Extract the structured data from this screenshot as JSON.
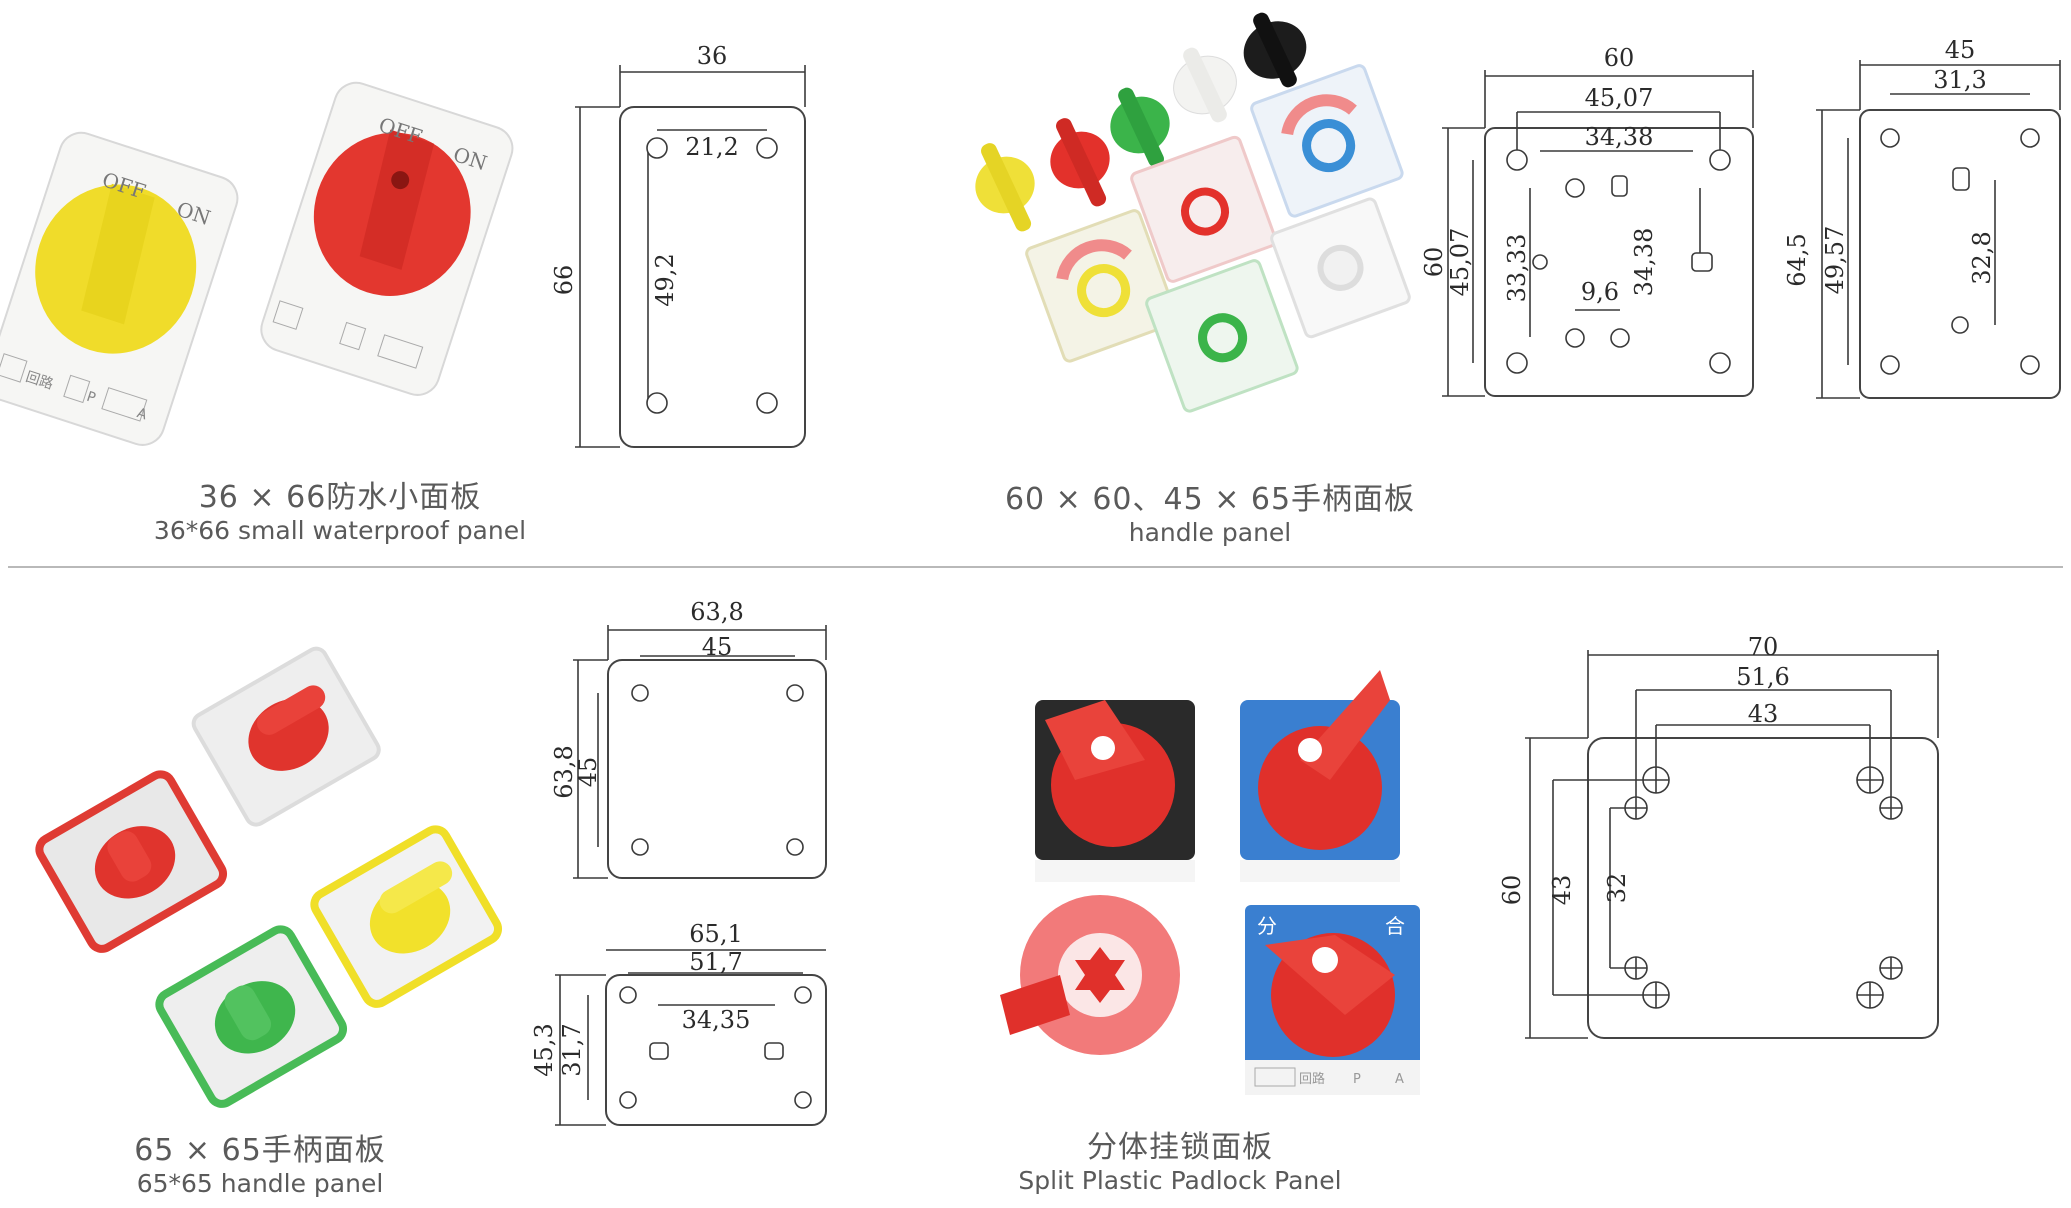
{
  "sections": {
    "s1": {
      "title_zh": "36 × 66防水小面板",
      "title_en": "36*66 small waterproof panel"
    },
    "s2": {
      "title_zh": "60 × 60、45 × 65手柄面板",
      "title_en": "handle panel"
    },
    "s3": {
      "title_zh": "65 × 65手柄面板",
      "title_en": "65*65 handle panel"
    },
    "s4": {
      "title_zh": "分体挂锁面板",
      "title_en": "Split Plastic Padlock Panel"
    }
  },
  "photos": {
    "p1": {
      "off": "OFF",
      "on": "ON",
      "circuit": "回路",
      "p": "P",
      "a": "A"
    },
    "p4": {
      "fen": "分",
      "he": "合",
      "circuit": "回路",
      "p": "P",
      "a": "A"
    }
  },
  "drawings": {
    "d1": {
      "w": "36",
      "h": "66",
      "hole_w": "21,2",
      "hole_h": "49,2"
    },
    "d2": {
      "w": "60",
      "w2": "45,07",
      "w3": "34,38",
      "h": "60",
      "h2": "45,07",
      "h3": "33,33",
      "h4": "34,38",
      "gap": "9,6"
    },
    "d3": {
      "w": "45",
      "w2": "31,3",
      "h": "64,5",
      "h2": "49,57",
      "h3": "32,8"
    },
    "d4": {
      "w": "63,8",
      "w2": "45",
      "h": "63,8",
      "h2": "45"
    },
    "d5": {
      "w": "65,1",
      "w2": "51,7",
      "w3": "34,35",
      "h": "45,3",
      "h2": "31,7"
    },
    "d6": {
      "w": "70",
      "w2": "51,6",
      "w3": "43",
      "h": "60",
      "h2": "43",
      "h3": "32"
    }
  },
  "colors": {
    "red": "#e0302b",
    "yellow": "#f3e22c",
    "green": "#3bb64a",
    "white": "#f4f4f2",
    "black": "#1c1c1c",
    "blue": "#3b7fd1"
  }
}
